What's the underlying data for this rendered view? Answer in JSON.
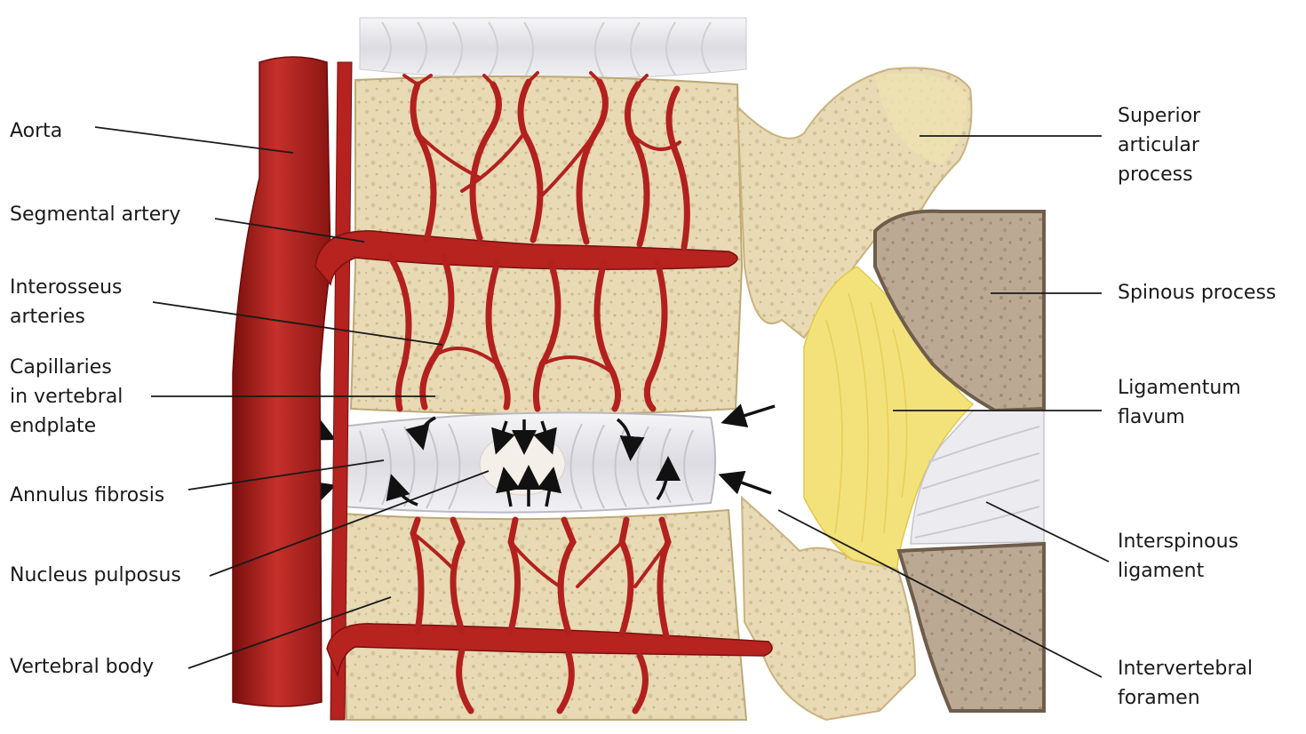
{
  "labels_left": {
    "aorta": [
      "Aorta"
    ],
    "segmental_artery": [
      "Segmental artery"
    ],
    "interosseus_arteries": [
      "Interosseus",
      "arteries"
    ],
    "capillaries": [
      "Capillaries",
      "in vertebral",
      "endplate"
    ],
    "annulus_fibrosis": [
      "Annulus fibrosis"
    ],
    "nucleus_pulposus": [
      "Nucleus pulposus"
    ],
    "vertebral_body": [
      "Vertebral body"
    ]
  },
  "labels_right": {
    "superior_articular_process": [
      "Superior",
      "articular",
      "process"
    ],
    "spinous_process": [
      "Spinous process"
    ],
    "ligamentum_flavum": [
      "Ligamentum",
      "flavum"
    ],
    "interspinous_ligament": [
      "Interspinous",
      "ligament"
    ],
    "intervertebral_foramen": [
      "Intervertebral",
      "foramen"
    ]
  },
  "colors": {
    "artery": "#b3211e",
    "artery_dark": "#7d1010",
    "bone": "#e9dcb8",
    "bone_dark": "#c9b58a",
    "disc": "#ececf0",
    "ligament_yellow": "#f3e27a",
    "spinous_bone": "#b9a68e",
    "leader_line": "#1a1a1a"
  }
}
